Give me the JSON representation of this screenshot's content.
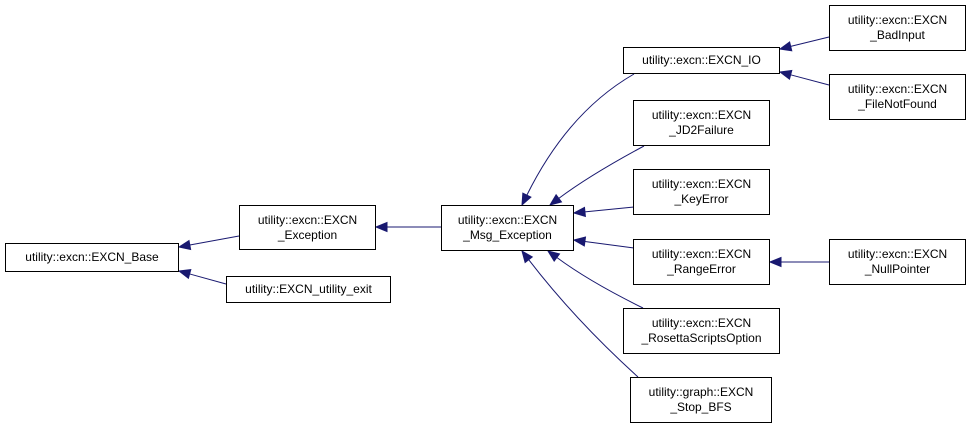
{
  "colors": {
    "edge": "#191970",
    "border": "#000000",
    "background": "#ffffff"
  },
  "nodes": {
    "base": {
      "lines": [
        "utility::excn::EXCN_Base"
      ]
    },
    "exception": {
      "lines": [
        "utility::excn::EXCN",
        "_Exception"
      ]
    },
    "utility_exit": {
      "lines": [
        "utility::EXCN_utility_exit"
      ]
    },
    "msg_exception": {
      "lines": [
        "utility::excn::EXCN",
        "_Msg_Exception"
      ]
    },
    "io": {
      "lines": [
        "utility::excn::EXCN_IO"
      ]
    },
    "jd2failure": {
      "lines": [
        "utility::excn::EXCN",
        "_JD2Failure"
      ]
    },
    "keyerror": {
      "lines": [
        "utility::excn::EXCN",
        "_KeyError"
      ]
    },
    "rangeerror": {
      "lines": [
        "utility::excn::EXCN",
        "_RangeError"
      ]
    },
    "rosetta": {
      "lines": [
        "utility::excn::EXCN",
        "_RosettaScriptsOption"
      ]
    },
    "stopbfs": {
      "lines": [
        "utility::graph::EXCN",
        "_Stop_BFS"
      ]
    },
    "badinput": {
      "lines": [
        "utility::excn::EXCN",
        "_BadInput"
      ]
    },
    "filenotfound": {
      "lines": [
        "utility::excn::EXCN",
        "_FileNotFound"
      ]
    },
    "nullpointer": {
      "lines": [
        "utility::excn::EXCN",
        "_NullPointer"
      ]
    }
  },
  "edges": [
    {
      "from": "exception",
      "to": "base"
    },
    {
      "from": "utility_exit",
      "to": "base"
    },
    {
      "from": "msg_exception",
      "to": "exception"
    },
    {
      "from": "io",
      "to": "msg_exception"
    },
    {
      "from": "jd2failure",
      "to": "msg_exception"
    },
    {
      "from": "keyerror",
      "to": "msg_exception"
    },
    {
      "from": "rangeerror",
      "to": "msg_exception"
    },
    {
      "from": "rosetta",
      "to": "msg_exception"
    },
    {
      "from": "stopbfs",
      "to": "msg_exception"
    },
    {
      "from": "badinput",
      "to": "io"
    },
    {
      "from": "filenotfound",
      "to": "io"
    },
    {
      "from": "nullpointer",
      "to": "rangeerror"
    }
  ]
}
